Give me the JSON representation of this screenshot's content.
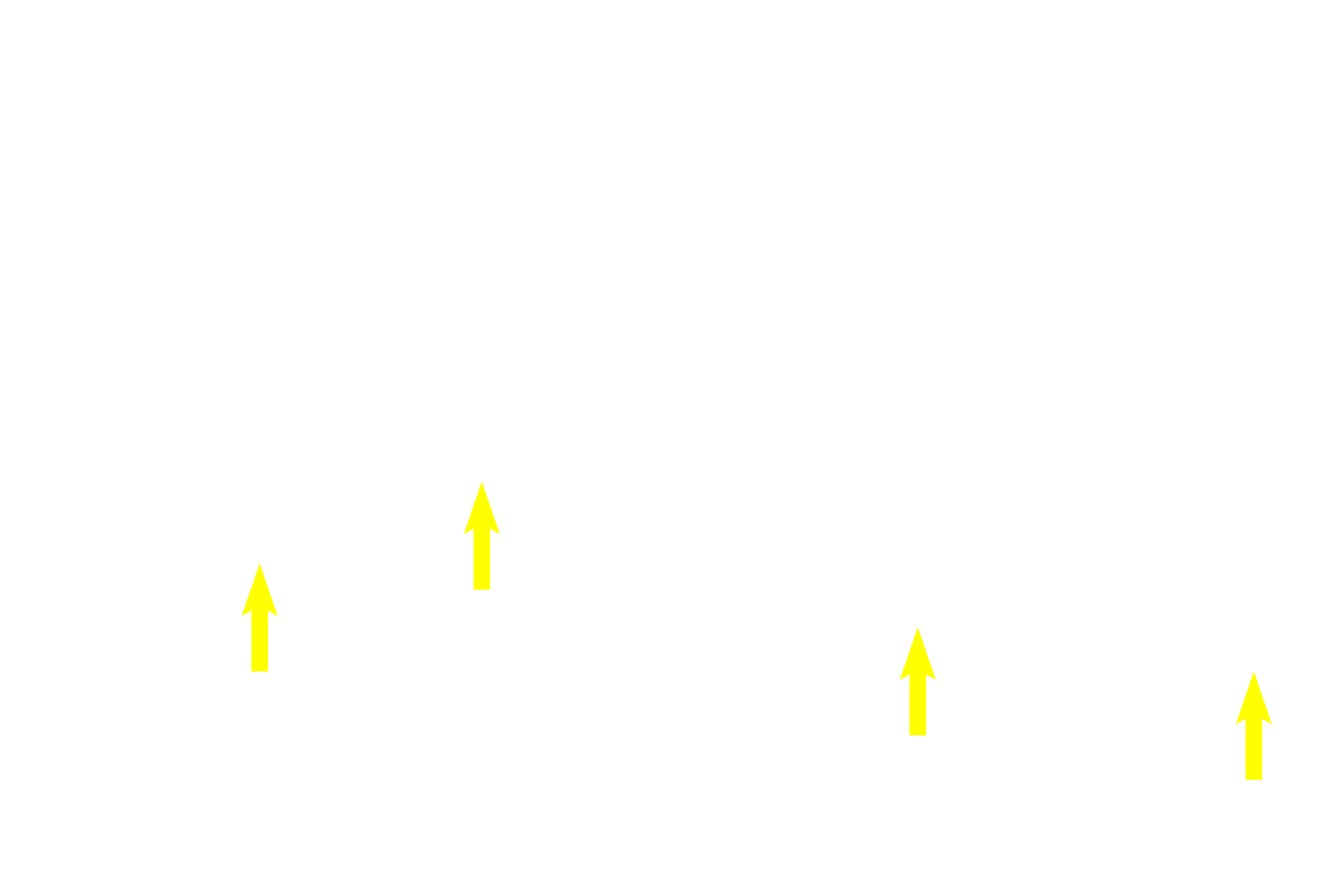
{
  "canvas": {
    "background_color": "#ffffff"
  },
  "arrows": [
    {
      "icon": "up-arrow-icon",
      "direction": "up",
      "color": "#ffff00"
    },
    {
      "icon": "up-arrow-icon",
      "direction": "up",
      "color": "#ffff00"
    },
    {
      "icon": "up-arrow-icon",
      "direction": "up",
      "color": "#ffff00"
    },
    {
      "icon": "up-arrow-icon",
      "direction": "up",
      "color": "#ffff00"
    }
  ]
}
